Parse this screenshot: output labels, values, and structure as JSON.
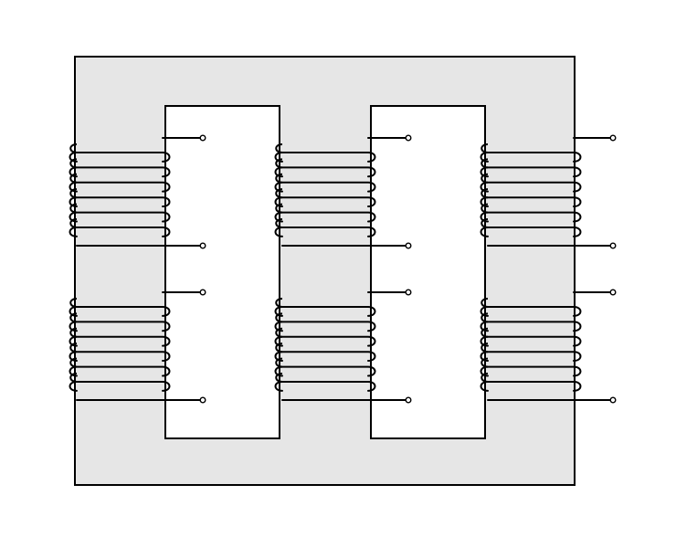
{
  "diagram": {
    "kind": "three-phase transformer core with two windings per limb",
    "colors": {
      "background": "#ffffff",
      "core_fill": "#e6e6e6",
      "line": "#000000",
      "terminal_fill": "#ffffff"
    },
    "limbs": [
      "left",
      "middle",
      "right"
    ],
    "windings_per_limb": [
      "upper",
      "lower"
    ],
    "turns_per_winding": 6,
    "terminals_per_winding": 2
  }
}
